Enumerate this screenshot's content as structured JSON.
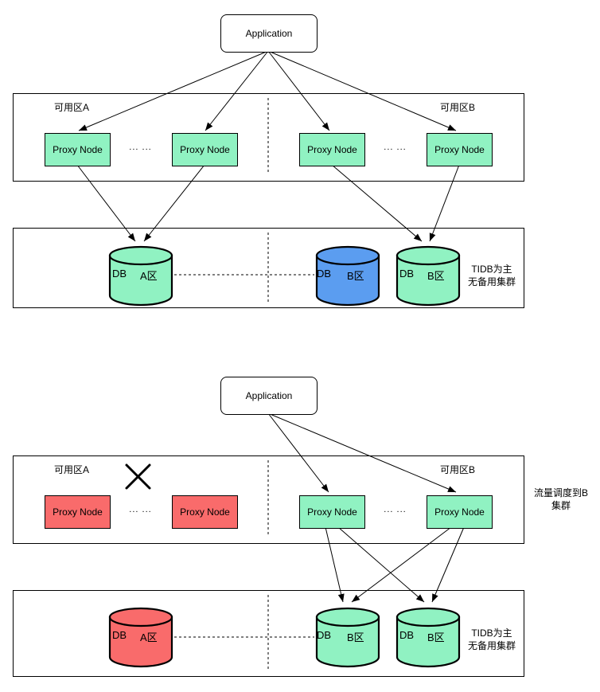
{
  "colors": {
    "healthy_fill": "#90F2C2",
    "primary_db_fill": "#5B9DF0",
    "failed_fill": "#F96B6B",
    "stroke": "#000000"
  },
  "icons": {
    "zone_a_failure": "x-mark"
  },
  "top_diagram": {
    "application_label": "Application",
    "zone_a": {
      "label": "可用区A",
      "proxy1": "Proxy Node",
      "proxy2": "Proxy Node",
      "ellipsis": "... ..."
    },
    "zone_b": {
      "label": "可用区B",
      "proxy1": "Proxy Node",
      "proxy2": "Proxy Node",
      "ellipsis": "... ..."
    },
    "db_zone": {
      "cyl_a": {
        "db": "DB",
        "zone": "A区"
      },
      "cyl_b_primary": {
        "db": "DB",
        "zone": "B区"
      },
      "cyl_b": {
        "db": "DB",
        "zone": "B区"
      },
      "note_line1": "TIDB为主",
      "note_line2": "无备用集群"
    }
  },
  "bottom_diagram": {
    "application_label": "Application",
    "zone_a": {
      "label": "可用区A",
      "proxy1": "Proxy Node",
      "proxy2": "Proxy Node",
      "ellipsis": "... ..."
    },
    "zone_b": {
      "label": "可用区B",
      "proxy1": "Proxy Node",
      "proxy2": "Proxy Node",
      "ellipsis": "... ..."
    },
    "side_note_line1": "流量调度到B",
    "side_note_line2": "集群",
    "db_zone": {
      "cyl_a": {
        "db": "DB",
        "zone": "A区"
      },
      "cyl_b1": {
        "db": "DB",
        "zone": "B区"
      },
      "cyl_b2": {
        "db": "DB",
        "zone": "B区"
      },
      "note_line1": "TIDB为主",
      "note_line2": "无备用集群"
    }
  }
}
